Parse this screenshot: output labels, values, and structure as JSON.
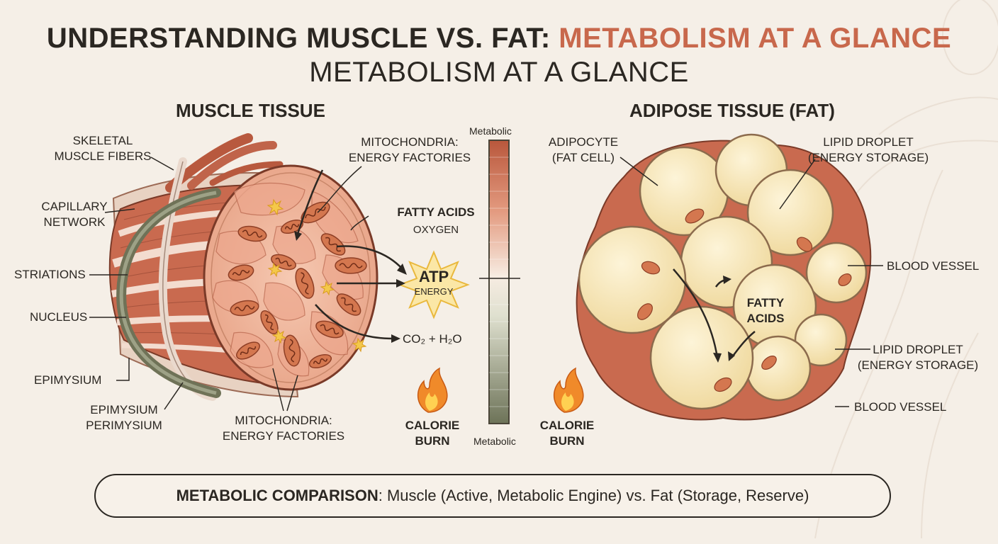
{
  "title": {
    "part1": "UNDERSTANDING MUSCLE VS. FAT: ",
    "accent": "METABOLISM AT A GLANCE",
    "line2": "METABOLISM AT A GLANCE"
  },
  "muscle": {
    "heading": "MUSCLE TISSUE",
    "labels": {
      "skeletal_1": "SKELETAL",
      "skeletal_2": "MUSCLE FIBERS",
      "capillary_1": "CAPILLARY",
      "capillary_2": "NETWORK",
      "striations": "STRIATIONS",
      "nucleus": "NUCLEUS",
      "epimysium": "EPIMYSIUM",
      "epi_peri_1": "EPIMYSIUM",
      "epi_peri_2": "PERIMYSIUM",
      "mito_top_1": "MITOCHONDRIA:",
      "mito_top_2": "ENERGY FACTORIES",
      "fatty_acids": "FATTY ACIDS",
      "oxygen": "OXYGEN",
      "atp": "ATP",
      "energy": "ENERGY",
      "co2": "CO₂ + H₂O",
      "mito_bottom_1": "MITOCHONDRIA:",
      "mito_bottom_2": "ENERGY FACTORIES"
    }
  },
  "scale": {
    "top_label": "Metabolic",
    "bottom_label": "Metabolic"
  },
  "calorie": {
    "left_1": "CALORIE",
    "left_2": "BURN",
    "right_1": "CALORIE",
    "right_2": "BURN"
  },
  "fat": {
    "heading": "ADIPOSE TISSUE (FAT)",
    "labels": {
      "adipocyte_1": "ADIPOCYTE",
      "adipocyte_2": "(FAT CELL)",
      "lipid_top_1": "LIPID DROPLET",
      "lipid_top_2": "(ENERGY STORAGE)",
      "blood_vessel_1": "BLOOD VESSEL",
      "fatty_1": "FATTY",
      "fatty_2": "ACIDS",
      "lipid_bottom_1": "LIPID DROPLET",
      "lipid_bottom_2": "(ENERGY STORAGE)",
      "blood_vessel_2": "BLOOD VESSEL"
    }
  },
  "comparison": {
    "bold": "METABOLIC COMPARISON",
    "rest": ": Muscle (Active, Metabolic Engine) vs. Fat (Storage, Reserve)"
  },
  "colors": {
    "accent": "#c8684c",
    "muscle": "#c96a4f",
    "fat": "#f6e6b8",
    "vessel": "#8a8a6a",
    "scale_top": "#b9573c",
    "scale_bottom": "#6d7358"
  }
}
